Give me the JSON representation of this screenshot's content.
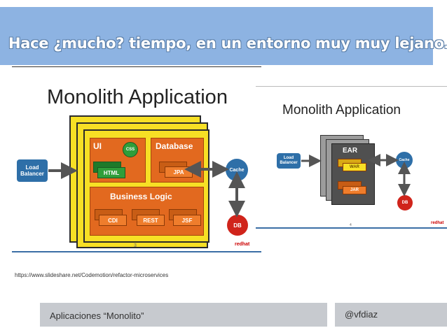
{
  "header": {
    "title": "Hace ¿mucho? tiempo, en un entorno muy muy lejano…"
  },
  "slide_left": {
    "title": "Monolith Application",
    "load_balancer": "Load\nBalancer",
    "ui_label": "UI",
    "css_label": "CSS",
    "html_label": "HTML",
    "database_label": "Database",
    "jpa_label": "JPA",
    "business_logic_label": "Business Logic",
    "cdi_label": "CDI",
    "rest_label": "REST",
    "jsf_label": "JSF",
    "cache_label": "Cache",
    "db_label": "DB",
    "page_number": "3",
    "logo_text": "redhat"
  },
  "slide_right": {
    "title": "Monolith Application",
    "load_balancer": "Load\nBalancer",
    "ear_label": "EAR",
    "war_label": "WAR",
    "jar_label": "JAR",
    "cache_label": "Cache",
    "db_label": "DB",
    "page_number": "4",
    "logo_text": "redhat"
  },
  "source_url": "https://www.slideshare.net/Codemotion/refactor-microservices",
  "footer": {
    "left_text": "Aplicaciones “Monolito”",
    "right_text": "@vfdiaz"
  },
  "colors": {
    "banner": "#8db3e2",
    "footer": "#c7cacf",
    "accent_blue": "#2e6fa8",
    "orange": "#e2691f",
    "yellow": "#f7e025",
    "db_red": "#d0241b"
  }
}
